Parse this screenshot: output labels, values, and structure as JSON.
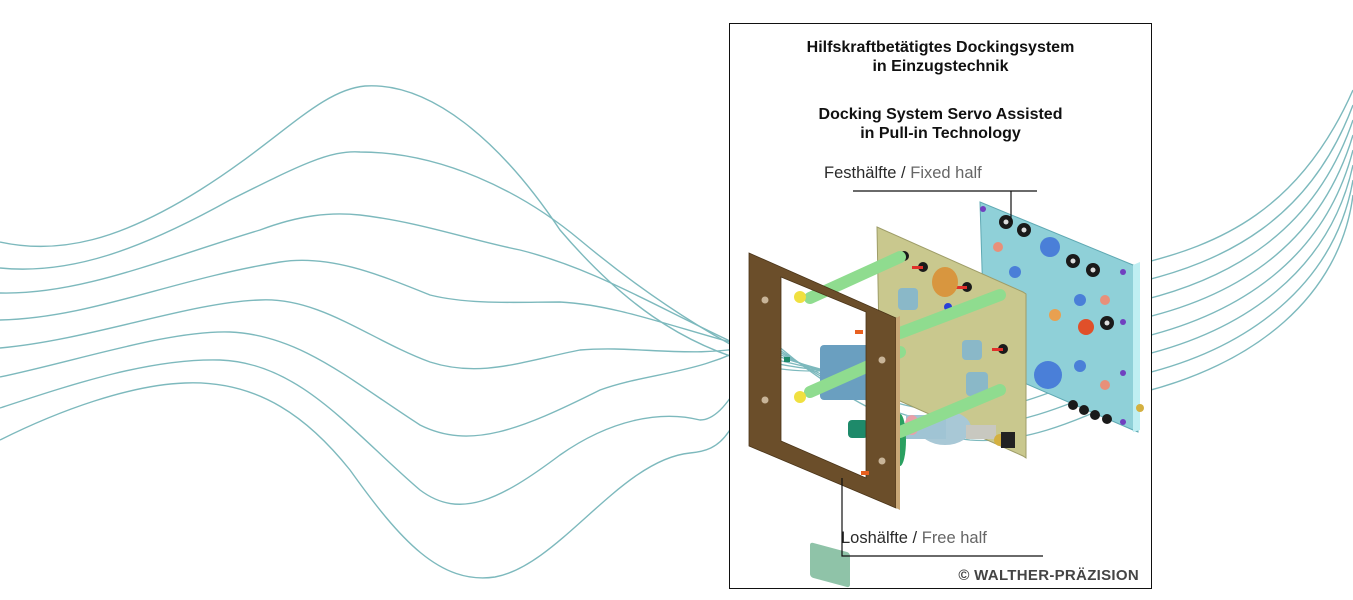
{
  "panel": {
    "title_de": [
      "Hilfskraftbetätigtes Dockingsystem",
      "in Einzugstechnik"
    ],
    "title_en": [
      "Docking System Servo Assisted",
      "in Pull-in Technology"
    ],
    "labels": {
      "fixed_half": {
        "de": "Festhälfte",
        "separator": " / ",
        "en": "Fixed half"
      },
      "free_half": {
        "de": "Loshälfte",
        "separator": " / ",
        "en": "Free half"
      }
    },
    "copyright": "© WALTHER-PRÄZISION"
  },
  "colors": {
    "wave": "#7db9bd",
    "frame": "#6b4e2a",
    "frame_edge": "#c9a878",
    "olive_plate": "#c9c88e",
    "cyan_plate": "#8fd0d8",
    "rod": "#8fdc8f",
    "motor": "#8ab8d0",
    "connector": "#1a1a1a",
    "pin": "#e0302a",
    "accent_blue": "#4a7fd8",
    "accent_orange": "#e07a3a"
  }
}
